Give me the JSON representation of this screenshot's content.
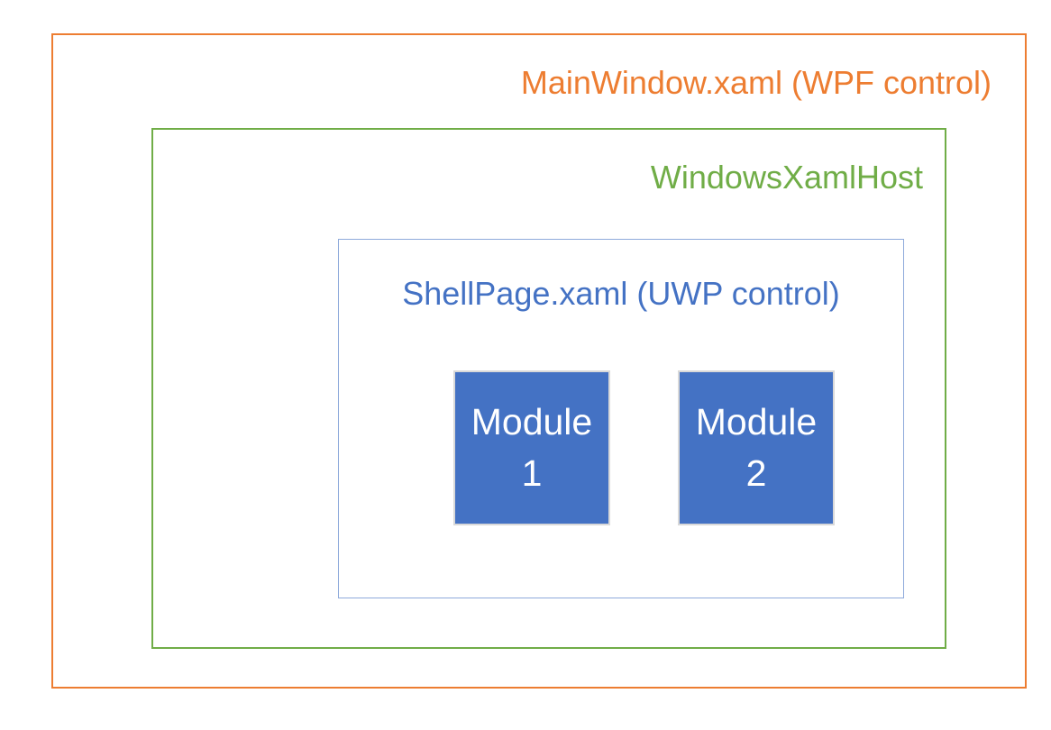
{
  "diagram": {
    "mainwindow": {
      "label": "MainWindow.xaml (WPF control)"
    },
    "xamlhost": {
      "label": "WindowsXamlHost"
    },
    "shellpage": {
      "label": "ShellPage.xaml (UWP control)"
    },
    "modules": [
      {
        "line1": "Module",
        "line2": "1"
      },
      {
        "line1": "Module",
        "line2": "2"
      }
    ],
    "colors": {
      "mainwindow_border": "#ED7D31",
      "mainwindow_text": "#ED7D31",
      "xamlhost_border": "#70AD47",
      "xamlhost_text": "#70AD47",
      "shellpage_border": "#8EAADB",
      "shellpage_text": "#4472C4",
      "module_fill": "#4472C4",
      "module_border": "#D9D9D9",
      "module_text": "#FFFFFF",
      "background": "#FFFFFF"
    }
  }
}
